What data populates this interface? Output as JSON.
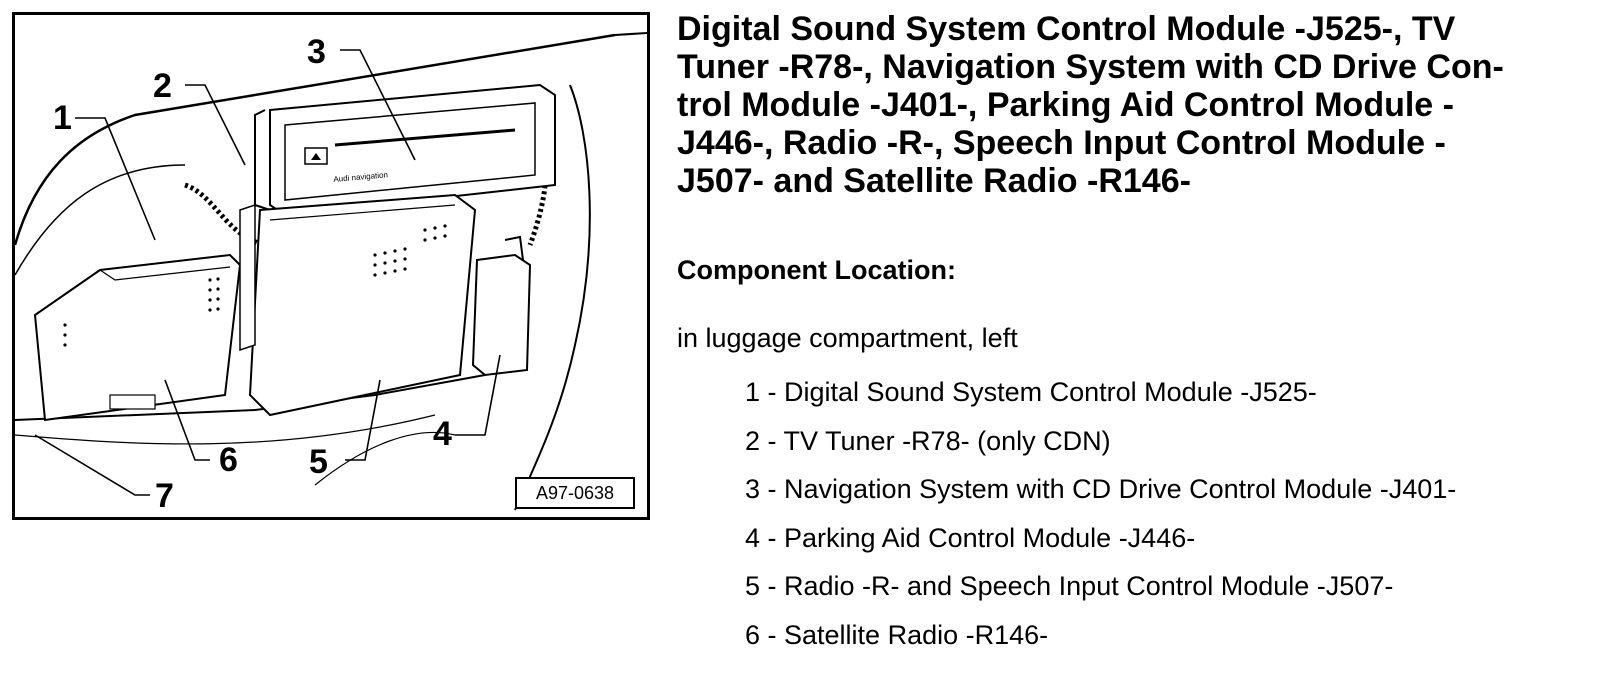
{
  "figure": {
    "reference_code": "A97-0638",
    "callouts": [
      "1",
      "2",
      "3",
      "4",
      "5",
      "6",
      "7"
    ],
    "unit_brand_text": "Audi navigation"
  },
  "title_lines": [
    "Digital Sound System Control Module -J525-, TV",
    "Tuner -R78-, Navigation System with CD Drive Con-",
    "trol Module -J401-, Parking Aid Control Module -",
    "J446-, Radio -R-, Speech Input Control Module -",
    "J507- and Satellite Radio -R146-"
  ],
  "component_location_heading": "Component Location:",
  "location_text": "in luggage compartment, left",
  "legend": [
    {
      "number": "1",
      "label": "Digital Sound System Control Module -J525-"
    },
    {
      "number": "2",
      "label": "TV Tuner -R78- (only CDN)"
    },
    {
      "number": "3",
      "label": "Navigation System with CD Drive Control Module -J401-"
    },
    {
      "number": "4",
      "label": "Parking Aid Control Module -J446-"
    },
    {
      "number": "5",
      "label": "Radio -R- and Speech Input Control Module -J507-"
    },
    {
      "number": "6",
      "label": "Satellite Radio -R146-"
    }
  ]
}
